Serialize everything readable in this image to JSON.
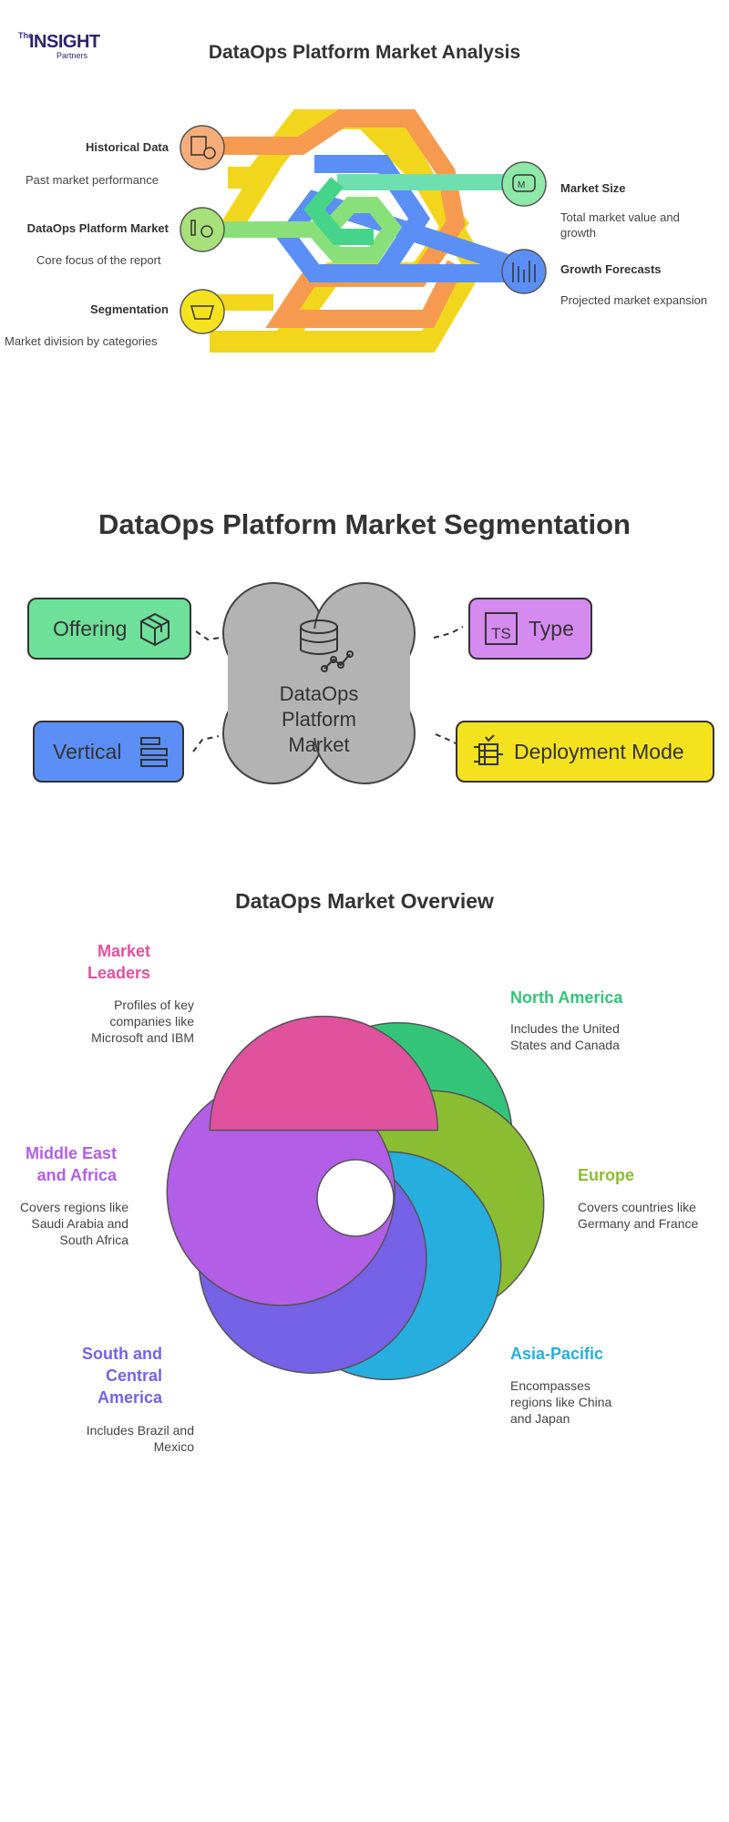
{
  "logo": {
    "the": "The",
    "insight": "INSIGHT",
    "partners": "Partners"
  },
  "section1": {
    "title": "DataOps Platform Market Analysis",
    "left": [
      {
        "title": "Historical Data",
        "desc": "Past market performance"
      },
      {
        "title": "DataOps Platform Market",
        "desc": "Core focus of the report"
      },
      {
        "title": "Segmentation",
        "desc": "Market division by categories"
      }
    ],
    "right": [
      {
        "title": "Market Size",
        "desc": "Total market value and growth"
      },
      {
        "title": "Growth Forecasts",
        "desc": "Projected market expansion"
      }
    ],
    "icon_names": [
      "chart-clock-icon",
      "chart-magnifier-icon",
      "basket-icon",
      "market-size-icon",
      "growth-chart-icon"
    ]
  },
  "section2": {
    "title": "DataOps Platform Market Segmentation",
    "center": [
      "DataOps",
      "Platform",
      "Market"
    ],
    "offering": "Offering",
    "type": "Type",
    "vertical": "Vertical",
    "deployment": "Deployment Mode",
    "ts_badge": "TS",
    "colors": {
      "offering": "#6ee09a",
      "type": "#d58af0",
      "vertical": "#5b8ff5",
      "deployment": "#f5e21f",
      "center": "#b3b3b3"
    }
  },
  "section3": {
    "title": "DataOps Market Overview",
    "segments": [
      {
        "key": "leaders",
        "title_lines": [
          "Market",
          "Leaders"
        ],
        "desc_lines": [
          "Profiles of key",
          "companies like",
          "Microsoft and IBM"
        ],
        "color": "#e0519e"
      },
      {
        "key": "na",
        "title_lines": [
          "North America"
        ],
        "desc_lines": [
          "Includes the United",
          "States and Canada"
        ],
        "color": "#34c479"
      },
      {
        "key": "europe",
        "title_lines": [
          "Europe"
        ],
        "desc_lines": [
          "Covers countries like",
          "Germany and France"
        ],
        "color": "#8bbd32"
      },
      {
        "key": "apac",
        "title_lines": [
          "Asia-Pacific"
        ],
        "desc_lines": [
          "Encompasses",
          "regions like China",
          "and Japan"
        ],
        "color": "#26aede"
      },
      {
        "key": "sca",
        "title_lines": [
          "South and",
          "Central",
          "America"
        ],
        "desc_lines": [
          "Includes Brazil and",
          "Mexico"
        ],
        "color": "#7562e6"
      },
      {
        "key": "mea",
        "title_lines": [
          "Middle East",
          "and Africa"
        ],
        "desc_lines": [
          "Covers regions like",
          "Saudi Arabia and",
          "South Africa"
        ],
        "color": "#b35ee6"
      }
    ]
  }
}
